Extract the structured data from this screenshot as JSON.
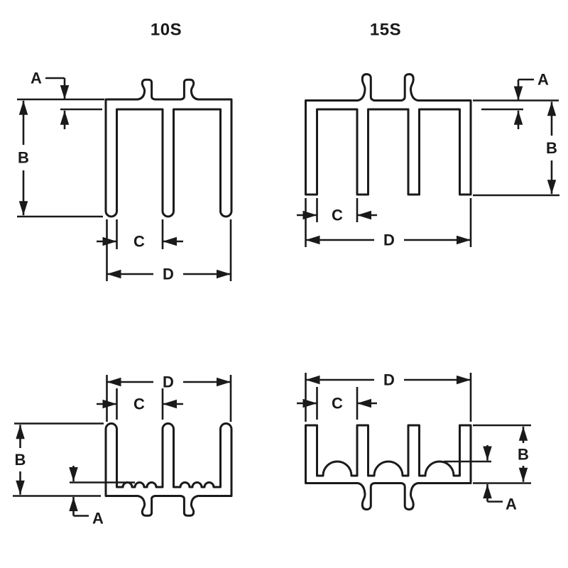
{
  "colors": {
    "line": "#1a1a1a",
    "background": "#ffffff"
  },
  "diagrams": {
    "upper_10s": {
      "title": "10S",
      "dims": {
        "a": "A",
        "b": "B",
        "c": "C",
        "d": "D"
      }
    },
    "upper_15s": {
      "title": "15S",
      "dims": {
        "a": "A",
        "b": "B",
        "c": "C",
        "d": "D"
      }
    },
    "lower_10s": {
      "dims": {
        "a": "A",
        "b": "B",
        "c": "C",
        "d": "D"
      }
    },
    "lower_15s": {
      "dims": {
        "a": "A",
        "b": "B",
        "c": "C",
        "d": "D"
      }
    }
  }
}
